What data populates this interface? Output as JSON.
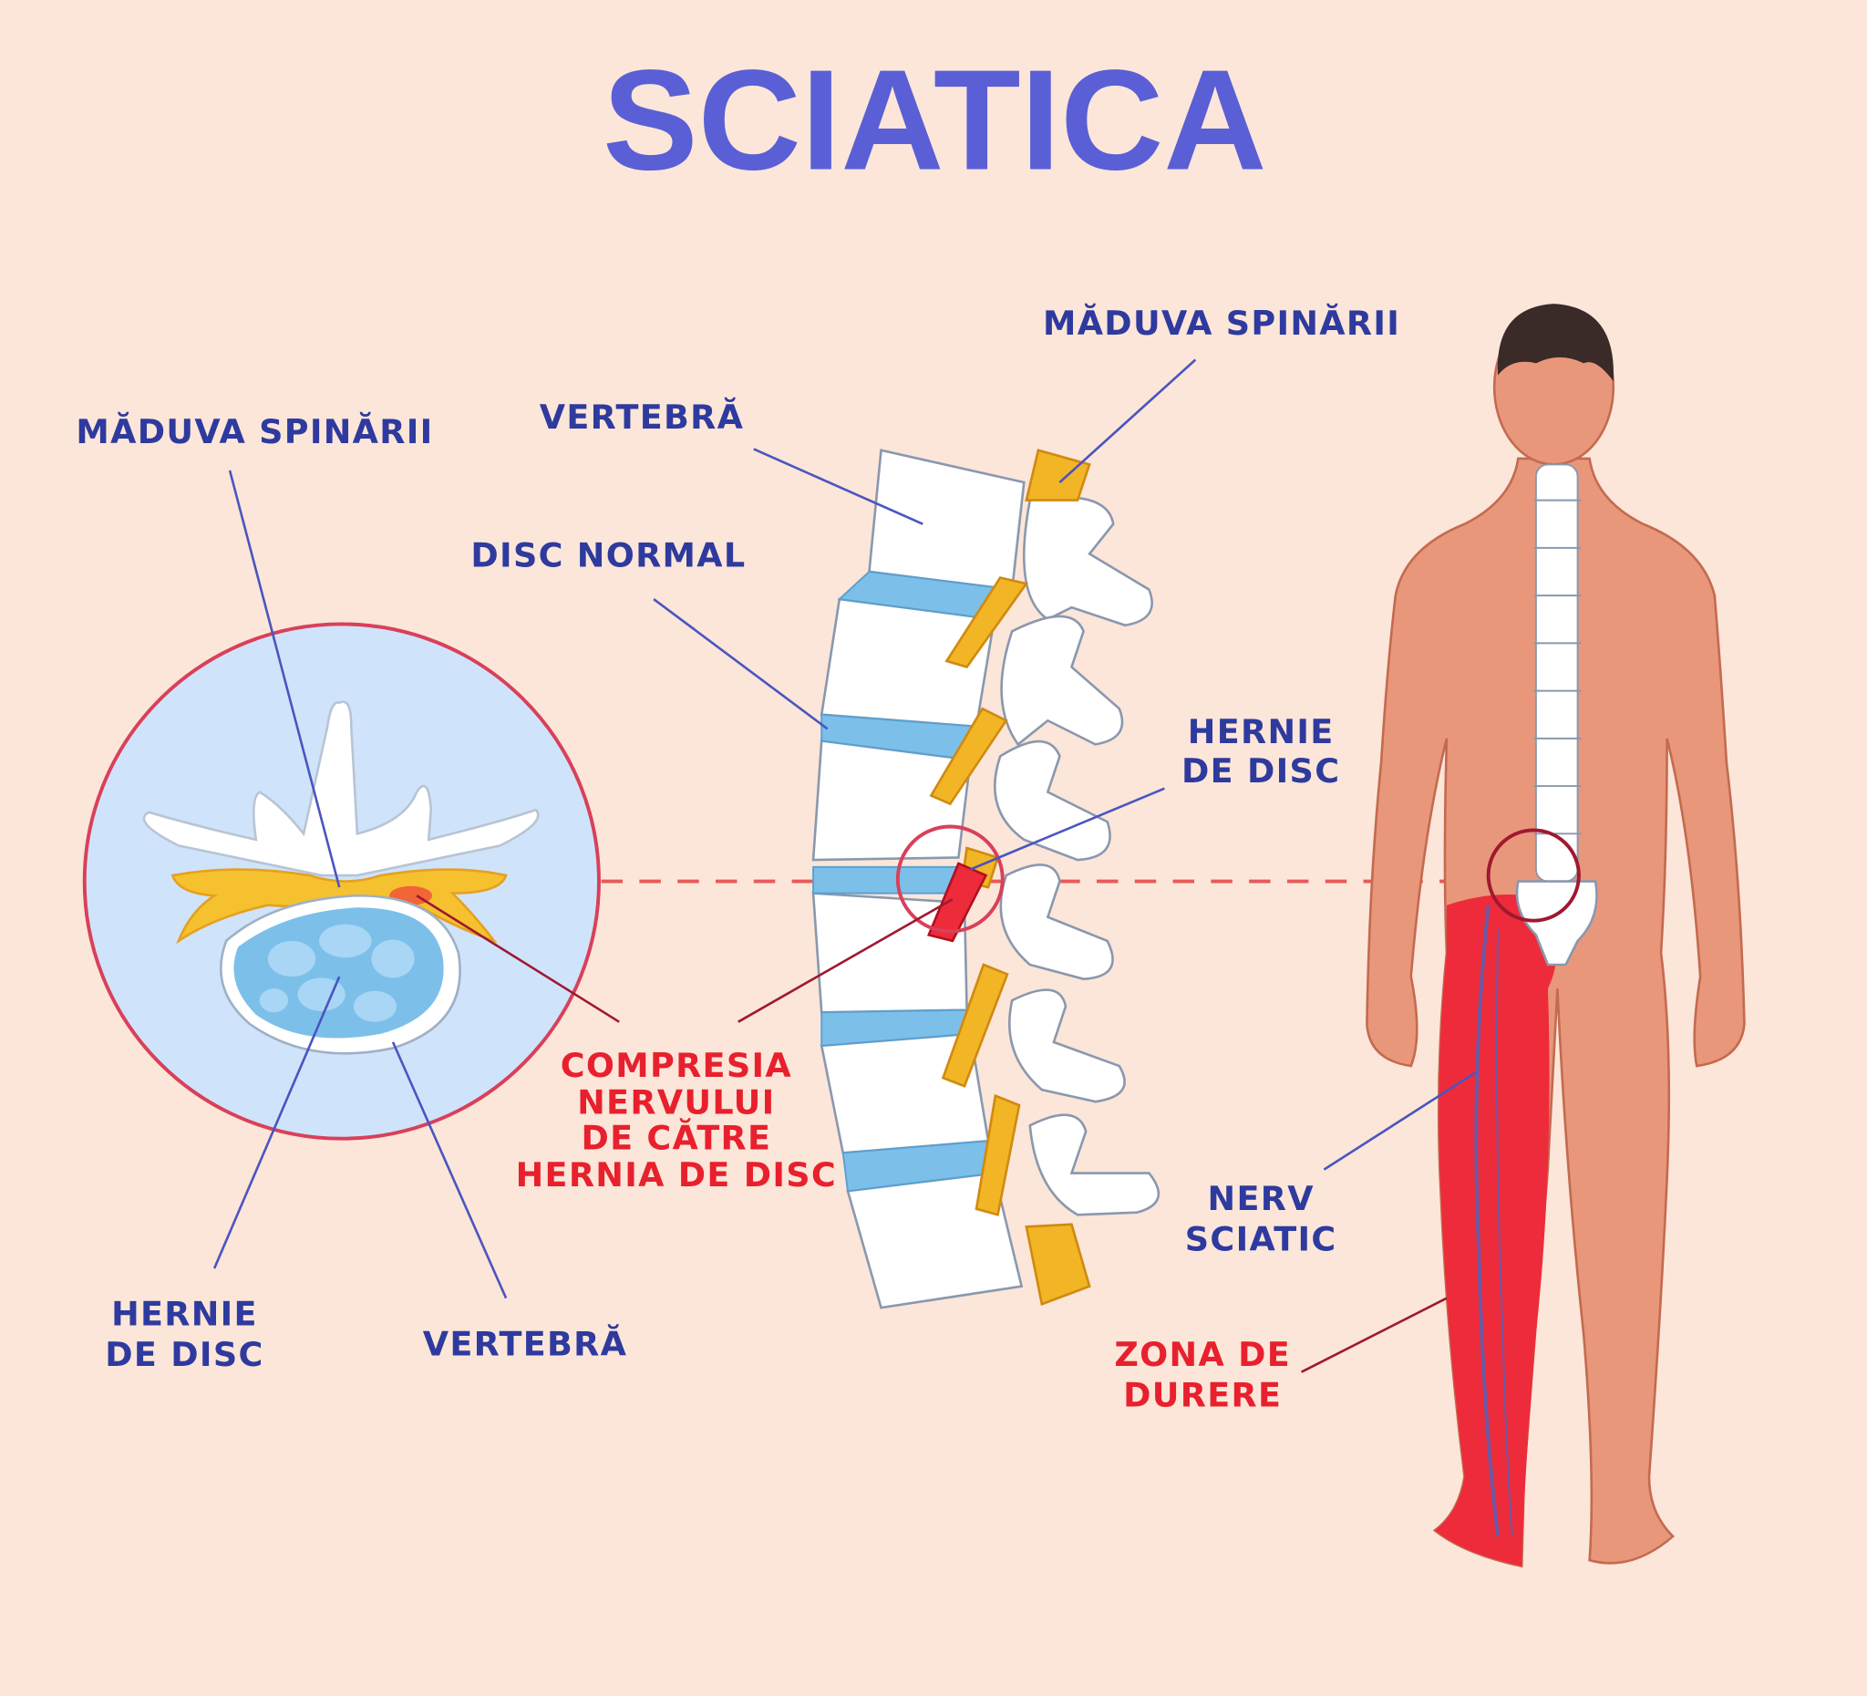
{
  "title": "SCIATICA",
  "colors": {
    "background": "#fbe6d9",
    "title": "#5a5fd6",
    "label_blue": "#2e3a9e",
    "label_red": "#e8202e",
    "skin": "#e9977b",
    "pain": "#ee2b3a",
    "disc": "#7cc0ea",
    "nerve": "#f2b526"
  },
  "labels": {
    "left_spinal_cord": "MĂDUVA SPINĂRII",
    "vertebra_top": "VERTEBRĂ",
    "disc_normal": "DISC NORMAL",
    "right_spinal_cord": "MĂDUVA SPINĂRII",
    "herniated_disc_right": [
      "HERNIE",
      "DE DISC"
    ],
    "compression": [
      "COMPRESIA",
      "NERVULUI",
      "DE CĂTRE",
      "HERNIA DE DISC"
    ],
    "herniated_disc_left": [
      "HERNIE",
      "DE DISC"
    ],
    "vertebra_bottom": "VERTEBRĂ",
    "sciatic_nerve": [
      "NERV",
      "SCIATIC"
    ],
    "pain_zone": [
      "ZONA DE",
      "DURERE"
    ]
  }
}
